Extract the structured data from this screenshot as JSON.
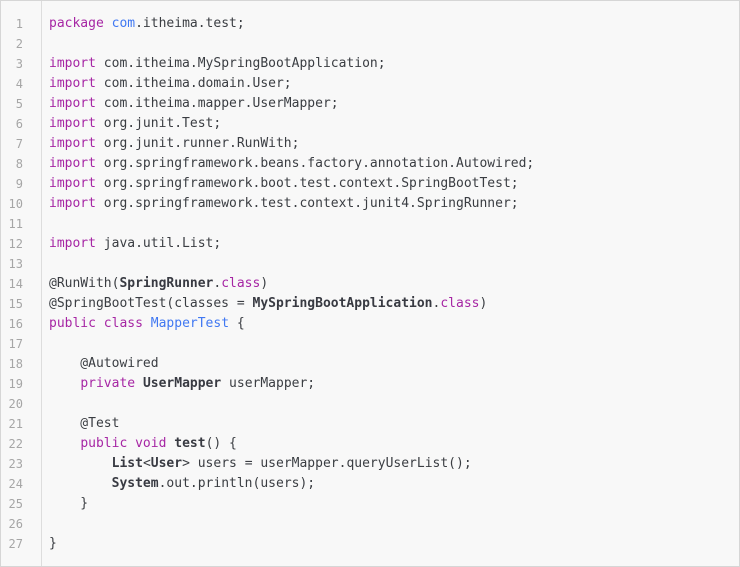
{
  "code_block": {
    "language": "java",
    "line_count": 27,
    "colors": {
      "background": "#f8f8f8",
      "border": "#d6d6d6",
      "gutter_text": "#a6a6a6",
      "gutter_border": "#dddddd",
      "plain": "#3a3d42",
      "keyword": "#a626a4",
      "title": "#4078f2",
      "type": "#383a42"
    },
    "lines": [
      {
        "num": 1,
        "tokens": [
          {
            "t": "package",
            "s": "keyword"
          },
          {
            "t": " ",
            "s": "plain"
          },
          {
            "t": "com",
            "s": "title"
          },
          {
            "t": ".itheima.test;",
            "s": "plain"
          }
        ]
      },
      {
        "num": 2,
        "tokens": []
      },
      {
        "num": 3,
        "tokens": [
          {
            "t": "import",
            "s": "keyword"
          },
          {
            "t": " com.itheima.MySpringBootApplication;",
            "s": "plain"
          }
        ]
      },
      {
        "num": 4,
        "tokens": [
          {
            "t": "import",
            "s": "keyword"
          },
          {
            "t": " com.itheima.domain.User;",
            "s": "plain"
          }
        ]
      },
      {
        "num": 5,
        "tokens": [
          {
            "t": "import",
            "s": "keyword"
          },
          {
            "t": " com.itheima.mapper.UserMapper;",
            "s": "plain"
          }
        ]
      },
      {
        "num": 6,
        "tokens": [
          {
            "t": "import",
            "s": "keyword"
          },
          {
            "t": " org.junit.Test;",
            "s": "plain"
          }
        ]
      },
      {
        "num": 7,
        "tokens": [
          {
            "t": "import",
            "s": "keyword"
          },
          {
            "t": " org.junit.runner.RunWith;",
            "s": "plain"
          }
        ]
      },
      {
        "num": 8,
        "tokens": [
          {
            "t": "import",
            "s": "keyword"
          },
          {
            "t": " org.springframework.beans.factory.annotation.Autowired;",
            "s": "plain"
          }
        ]
      },
      {
        "num": 9,
        "tokens": [
          {
            "t": "import",
            "s": "keyword"
          },
          {
            "t": " org.springframework.boot.test.context.SpringBootTest;",
            "s": "plain"
          }
        ]
      },
      {
        "num": 10,
        "tokens": [
          {
            "t": "import",
            "s": "keyword"
          },
          {
            "t": " org.springframework.test.context.junit4.SpringRunner;",
            "s": "plain"
          }
        ]
      },
      {
        "num": 11,
        "tokens": []
      },
      {
        "num": 12,
        "tokens": [
          {
            "t": "import",
            "s": "keyword"
          },
          {
            "t": " java.util.List;",
            "s": "plain"
          }
        ]
      },
      {
        "num": 13,
        "tokens": []
      },
      {
        "num": 14,
        "tokens": [
          {
            "t": "@RunWith(",
            "s": "plain"
          },
          {
            "t": "SpringRunner",
            "s": "type"
          },
          {
            "t": ".",
            "s": "plain"
          },
          {
            "t": "class",
            "s": "keyword"
          },
          {
            "t": ")",
            "s": "plain"
          }
        ]
      },
      {
        "num": 15,
        "tokens": [
          {
            "t": "@SpringBootTest(classes = ",
            "s": "plain"
          },
          {
            "t": "MySpringBootApplication",
            "s": "type"
          },
          {
            "t": ".",
            "s": "plain"
          },
          {
            "t": "class",
            "s": "keyword"
          },
          {
            "t": ")",
            "s": "plain"
          }
        ]
      },
      {
        "num": 16,
        "tokens": [
          {
            "t": "public",
            "s": "keyword"
          },
          {
            "t": " ",
            "s": "plain"
          },
          {
            "t": "class",
            "s": "keyword"
          },
          {
            "t": " ",
            "s": "plain"
          },
          {
            "t": "MapperTest",
            "s": "title"
          },
          {
            "t": " {",
            "s": "plain"
          }
        ]
      },
      {
        "num": 17,
        "tokens": []
      },
      {
        "num": 18,
        "tokens": [
          {
            "t": "    @Autowired",
            "s": "plain"
          }
        ]
      },
      {
        "num": 19,
        "tokens": [
          {
            "t": "    ",
            "s": "plain"
          },
          {
            "t": "private",
            "s": "keyword"
          },
          {
            "t": " ",
            "s": "plain"
          },
          {
            "t": "UserMapper",
            "s": "type"
          },
          {
            "t": " userMapper;",
            "s": "plain"
          }
        ]
      },
      {
        "num": 20,
        "tokens": []
      },
      {
        "num": 21,
        "tokens": [
          {
            "t": "    @Test",
            "s": "plain"
          }
        ]
      },
      {
        "num": 22,
        "tokens": [
          {
            "t": "    ",
            "s": "plain"
          },
          {
            "t": "public",
            "s": "keyword"
          },
          {
            "t": " ",
            "s": "plain"
          },
          {
            "t": "void",
            "s": "keyword"
          },
          {
            "t": " ",
            "s": "plain"
          },
          {
            "t": "test",
            "s": "type"
          },
          {
            "t": "() {",
            "s": "plain"
          }
        ]
      },
      {
        "num": 23,
        "tokens": [
          {
            "t": "        ",
            "s": "plain"
          },
          {
            "t": "List",
            "s": "type"
          },
          {
            "t": "<",
            "s": "plain"
          },
          {
            "t": "User",
            "s": "type"
          },
          {
            "t": "> users = userMapper.queryUserList();",
            "s": "plain"
          }
        ]
      },
      {
        "num": 24,
        "tokens": [
          {
            "t": "        ",
            "s": "plain"
          },
          {
            "t": "System",
            "s": "type"
          },
          {
            "t": ".out.println(users);",
            "s": "plain"
          }
        ]
      },
      {
        "num": 25,
        "tokens": [
          {
            "t": "    }",
            "s": "plain"
          }
        ]
      },
      {
        "num": 26,
        "tokens": []
      },
      {
        "num": 27,
        "tokens": [
          {
            "t": "}",
            "s": "plain"
          }
        ]
      }
    ]
  }
}
